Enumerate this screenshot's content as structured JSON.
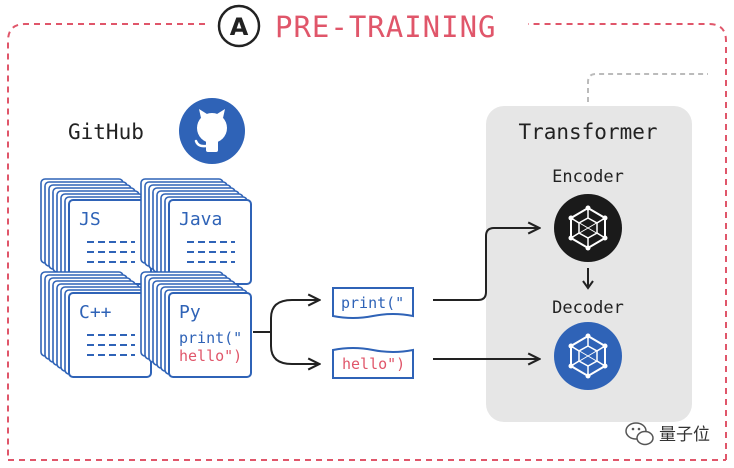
{
  "section": {
    "letter": "A",
    "title": "PRE-TRAINING"
  },
  "source": {
    "label": "GitHub"
  },
  "languages": [
    {
      "name": "JS"
    },
    {
      "name": "Java"
    },
    {
      "name": "C++"
    },
    {
      "name": "Py",
      "code_line1": "print(\"",
      "code_line2": "hello\")"
    }
  ],
  "split": {
    "input": "print(\"",
    "target": "hello\")"
  },
  "transformer": {
    "title": "Transformer",
    "encoder": "Encoder",
    "decoder": "Decoder"
  },
  "watermark": {
    "text": "量子位"
  },
  "colors": {
    "accent_red": "#e0566a",
    "brand_blue": "#2f63b7",
    "panel_gray": "#e6e6e6",
    "encoder_black": "#1a1a1a"
  },
  "icons": {
    "github": "github-icon",
    "network": "network-icon",
    "wechat": "wechat-icon"
  }
}
